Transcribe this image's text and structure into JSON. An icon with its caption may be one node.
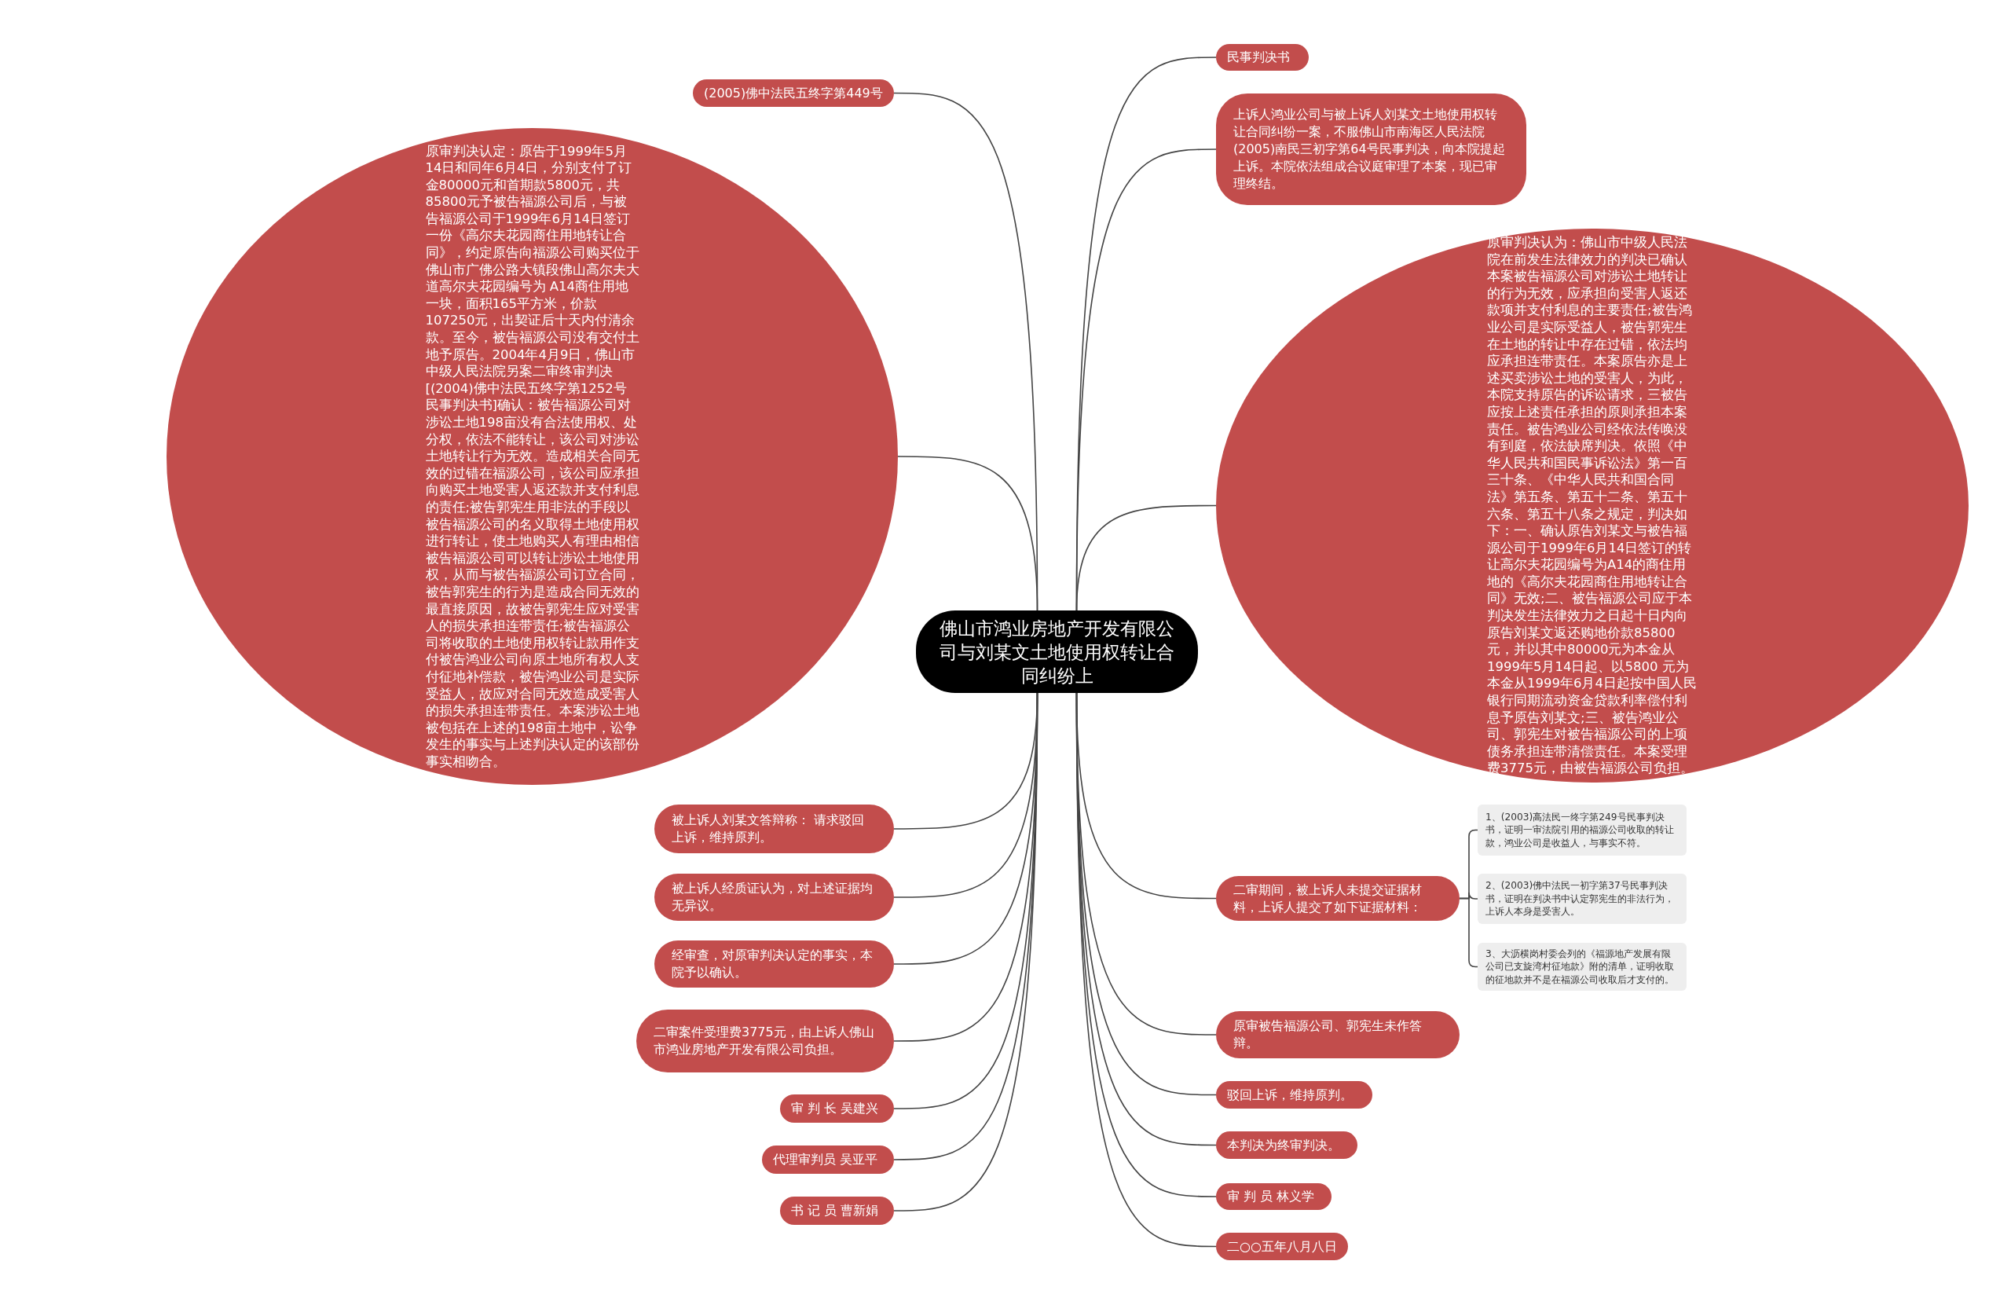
{
  "diagram": {
    "nodes": [
      {
        "text": [
          "佛山市鸿业房地产开发有限公司与刘某文土地使用权转让合同纠纷上"
        ]
      },
      {
        "text": [
          "(2005)佛中法民五终字第449号"
        ]
      },
      {
        "text": [
          "原审判决认定：原告于1999年5月14日和同年6月4日，分别支付了订金80000元和首期款5800元，共85800元予被告福源公司后，与被告福源公司于1999年6月14日签订一份《高尔夫花园商住用地转让合同》，约定原告向福源公司购买位于佛山市广佛公路大镇段佛山高尔夫大道高尔夫花园编号为 A14商住用地一块，面积165平方米，价款107250元，出契证后十天内付清余款。至今，被告福源公司没有交付土地予原告。2004年4月9日，佛山市中级人民法院另案二审终审判决[(2004)佛中法民五终字第1252号民事判决书]确认：被告福源公司对涉讼土地198亩没有合法使用权、处分权，依法不能转让，该公司对涉讼土地转让行为无效。造成相关合同无效的过错在福源公司，该公司应承担向购买土地受害人返还款并支付利息的责任;被告郭宪生用非法的手段以被告福源公司的名义取得土地使用权进行转让，使土地购买人有理由相信被告福源公司可以转让涉讼土地使用权，从而与被告福源公司订立合同，被告郭宪生的行为是造成合同无效的最直接原因，故被告郭宪生应对受害人的损失承担连带责任;被告福源公司将收取的土地使用权转让款用作支付被告鸿业公司向原土地所有权人支付征地补偿款，被告鸿业公司是实际受益人，故应对合同无效造成受害人的损失承担连带责任。本案涉讼土地被包括在上述的198亩土地中，讼争发生的事实与上述判决认定的该部份事实相吻合。"
        ]
      },
      {
        "text": [
          "被上诉人刘某文答辩称： 请求驳回上诉，维持原判。"
        ]
      },
      {
        "text": [
          "被上诉人经质证认为，对上述证据均无异议。"
        ]
      },
      {
        "text": [
          "经审查，对原审判决认定的事实，本院予以确认。"
        ]
      },
      {
        "text": [
          "二审案件受理费3775元，由上诉人佛山市鸿业房地产开发有限公司负担。"
        ]
      },
      {
        "text": [
          "审 判 长 吴建兴"
        ]
      },
      {
        "text": [
          "代理审判员 吴亚平"
        ]
      },
      {
        "text": [
          "书 记 员 曹新娟"
        ]
      },
      {
        "text": [
          "民事判决书"
        ]
      },
      {
        "text": [
          "上诉人鸿业公司与被上诉人刘某文土地使用权转让合同纠纷一案，不服佛山市南海区人民法院(2005)南民三初字第64号民事判决，向本院提起上诉。本院依法组成合议庭审理了本案，现已审理终结。"
        ]
      },
      {
        "text": [
          "原审判决认为：佛山市中级人民法院在前发生法律效力的判决已确认本案被告福源公司对涉讼土地转让的行为无效，应承担向受害人返还款项并支付利息的主要责任;被告鸿业公司是实际受益人，被告郭宪生在土地的转让中存在过错，依法均应承担连带责任。本案原告亦是上述买卖涉讼土地的受害人，为此，本院支持原告的诉讼请求，三被告应按上述责任承担的原则承担本案责任。被告鸿业公司经依法传唤没有到庭，依法缺席判决。依照《中华人民共和国民事诉讼法》第一百三十条、《中华人民共和国合同法》第五条、第五十二条、第五十六条、第五十八条之规定，判决如下：一、确认原告刘某文与被告福源公司于1999年6月14日签订的转让高尔夫花园编号为A14的商住用地的《高尔夫花园商住用地转让合同》无效;二、被告福源公司应于本判决发生法律效力之日起十日内向原告刘某文返还购地价款85800元，并以其中80000元为本金从1999年5月14日起、以5800 元为本金从1999年6月4日起按中国人民银行同期流动资金贷款利率偿付利息予原告刘某文;三、被告鸿业公司、郭宪生对被告福源公司的上项债务承担连带清偿责任。本案受理费3775元，由被告福源公司负担。"
        ]
      },
      {
        "text": [
          "二审期间，被上诉人未提交证据材料，上诉人提交了如下证据材料："
        ]
      },
      {
        "text": [
          "1、(2003)高法民一终字第249号民事判决书，证明一审法院引用的福源公司收取的转让款，鸿业公司是收益人，与事实不符。"
        ]
      },
      {
        "text": [
          "2、(2003)佛中法民一初字第37号民事判决书，证明在判决书中认定郭宪生的非法行为，上诉人本身是受害人。"
        ]
      },
      {
        "text": [
          "3、大沥横岗村委会列的《福源地产发展有限公司已支旋湾村征地款》附的清单，证明收取的征地款并不是在福源公司收取后才支付的。"
        ]
      },
      {
        "text": [
          "原审被告福源公司、郭宪生未作答辩。"
        ]
      },
      {
        "text": [
          "驳回上诉，维持原判。"
        ]
      },
      {
        "text": [
          "本判决为终审判决。"
        ]
      },
      {
        "text": [
          "审 判 员 林义学"
        ]
      },
      {
        "text": [
          "二○○五年八月八日"
        ]
      }
    ],
    "edges": [
      {
        "from": 0,
        "to": 1,
        "arrow": "none"
      },
      {
        "from": 0,
        "to": 2,
        "arrow": "none"
      },
      {
        "from": 0,
        "to": 3,
        "arrow": "none"
      },
      {
        "from": 0,
        "to": 4,
        "arrow": "none"
      },
      {
        "from": 0,
        "to": 5,
        "arrow": "none"
      },
      {
        "from": 0,
        "to": 6,
        "arrow": "none"
      },
      {
        "from": 0,
        "to": 7,
        "arrow": "none"
      },
      {
        "from": 0,
        "to": 8,
        "arrow": "none"
      },
      {
        "from": 0,
        "to": 9,
        "arrow": "none"
      },
      {
        "from": 0,
        "to": 10,
        "arrow": "none"
      },
      {
        "from": 0,
        "to": 11,
        "arrow": "none"
      },
      {
        "from": 0,
        "to": 12,
        "arrow": "none"
      },
      {
        "from": 0,
        "to": 13,
        "arrow": "none"
      },
      {
        "from": 13,
        "to": 14,
        "arrow": "none"
      },
      {
        "from": 13,
        "to": 15,
        "arrow": "none"
      },
      {
        "from": 13,
        "to": 16,
        "arrow": "none"
      },
      {
        "from": 0,
        "to": 17,
        "arrow": "none"
      },
      {
        "from": 0,
        "to": 18,
        "arrow": "none"
      },
      {
        "from": 0,
        "to": 19,
        "arrow": "none"
      },
      {
        "from": 0,
        "to": 20,
        "arrow": "none"
      },
      {
        "from": 0,
        "to": 21,
        "arrow": "none"
      }
    ]
  }
}
